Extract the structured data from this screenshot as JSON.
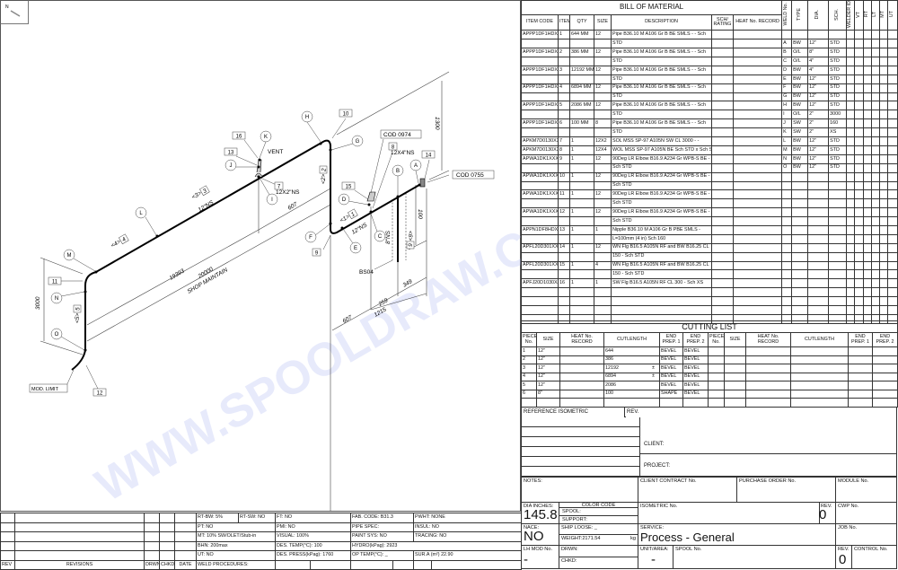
{
  "watermark": "WWW.SPOOLDRAW.COM",
  "drawing": {
    "north_label": "N",
    "welds": {
      "A": "A",
      "B": "B",
      "C": "C",
      "D": "D",
      "E": "E",
      "F": "F",
      "G": "G",
      "H": "H",
      "I": "I",
      "J": "J",
      "K": "K",
      "L": "L",
      "M": "M",
      "N": "N",
      "O": "O"
    },
    "items": {
      "i1": "1",
      "i2": "2",
      "i3": "3",
      "i4": "4",
      "i5": "5",
      "i6": "6",
      "i7": "7",
      "i8": "8",
      "i9": "9",
      "i10": "10",
      "i11": "11",
      "i12": "12",
      "i13": "13",
      "i14": "14",
      "i15": "15",
      "i16": "16"
    },
    "pieces": {
      "p1": "<1>",
      "p2": "<2>",
      "p3": "<3>",
      "p4": "<4>",
      "p5": "<5>",
      "p6": "<6>"
    },
    "notes": {
      "vent": "VENT",
      "olet_2": "12X2\"NS",
      "olet_4": "12X4\"NS",
      "ns12a": "12\"NS",
      "ns12b": "12\"NS",
      "ns8": "8\"NS",
      "cod0974": "COD 0974",
      "cod0755": "COD 0755",
      "bs04": "BS04",
      "mod_limit": "MOD. LIMIT",
      "shop": "SHOP MAINTAIN"
    },
    "dims": {
      "d19393": "19393",
      "d20000": "20000",
      "d607a": "607",
      "d607b": "607",
      "d1215": "1215",
      "d259": "259",
      "d349": "349",
      "d1300": "1300",
      "d100": "100",
      "d3000": "3000"
    }
  },
  "bom": {
    "title": "BILL OF MATERIAL",
    "headers": [
      "ITEM CODE",
      "ITEM",
      "QTY",
      "SIZE",
      "DESCRIPTION",
      "SCH/ RATING",
      "HEAT No. RECORD",
      "WELD No.",
      "TYPE",
      "DIA.",
      "SCH.",
      "WELDER ID",
      "VT",
      "RT",
      "LT",
      "MT",
      "UT"
    ],
    "items": [
      {
        "code": "APPP1DF1HDXXAB",
        "item": "1",
        "qty": "644 MM",
        "size": "12",
        "desc": [
          "Pipe B36.10 M A106 Gr B BE SMLS - - Sch",
          "STD"
        ]
      },
      {
        "code": "APPP1DF1HDXXAB",
        "item": "2",
        "qty": "386 MM",
        "size": "12",
        "desc": [
          "Pipe B36.10 M A106 Gr B BE SMLS - - Sch",
          "STD"
        ]
      },
      {
        "code": "APPP1DF1HDXXAB",
        "item": "3",
        "qty": "12192 MM",
        "size": "12",
        "desc": [
          "Pipe B36.10 M A106 Gr B BE SMLS - - Sch",
          "STD"
        ]
      },
      {
        "code": "APPP1DF1HDXXAB",
        "item": "4",
        "qty": "6894 MM",
        "size": "12",
        "desc": [
          "Pipe B36.10 M A106 Gr B BE SMLS - - Sch",
          "STD"
        ]
      },
      {
        "code": "APPP1DF1HDXXAB",
        "item": "5",
        "qty": "2086 MM",
        "size": "12",
        "desc": [
          "Pipe B36.10 M A106 Gr B BE SMLS - - Sch",
          "STD"
        ]
      },
      {
        "code": "APPP1DF1HDXXAB",
        "item": "6",
        "qty": "100 MM",
        "size": "8",
        "desc": [
          "Pipe B36.10 M A106 Gr B BE SMLS - - Sch",
          "STD"
        ]
      },
      {
        "code": "APKM7D0130XXAA",
        "item": "7",
        "qty": "1",
        "size": "12X2",
        "desc": [
          "SOL MSS SP-97 A105N SW CL 3000 - -"
        ]
      },
      {
        "code": "APKM7D0130XXAA",
        "item": "8",
        "qty": "1",
        "size": "12X4",
        "desc": [
          "WOL MSS SP-97 A105N BE Sch STD x Sch STD"
        ]
      },
      {
        "code": "APWA1DK1XXXXAB",
        "item": "9",
        "qty": "1",
        "size": "12",
        "desc": [
          "90Deg LR Elbow B16.9 A234 Gr WPB-S BE - -",
          "Sch STD"
        ]
      },
      {
        "code": "APWA1DK1XXXXAB",
        "item": "10",
        "qty": "1",
        "size": "12",
        "desc": [
          "90Deg LR Elbow B16.9 A234 Gr WPB-S BE - -",
          "Sch STD"
        ]
      },
      {
        "code": "APWA1DK1XXXXAB",
        "item": "11",
        "qty": "1",
        "size": "12",
        "desc": [
          "90Deg LR Elbow B16.9 A234 Gr WPB-S BE - -",
          "Sch STD"
        ]
      },
      {
        "code": "APWA1DK1XXXXAB",
        "item": "12",
        "qty": "1",
        "size": "12",
        "desc": [
          "90Deg LR Elbow B16.9 A234 Gr WPB-S BE - -",
          "Sch STD"
        ]
      },
      {
        "code": "APPN1DF8HDXAAQ",
        "item": "13",
        "qty": "1",
        "size": "1",
        "desc": [
          "Nipple B36.10 M A106 Gr B PBE SMLS -",
          "L=100mm (4 in) Sch 160"
        ]
      },
      {
        "code": "APFL20D301XXAB",
        "item": "14",
        "qty": "1",
        "size": "12",
        "desc": [
          "WN Flg B16.5 A105N RF and BW B16.25 CL",
          "150 - Sch STD"
        ]
      },
      {
        "code": "APFL20D301XXAB",
        "item": "15",
        "qty": "1",
        "size": "4",
        "desc": [
          "WN Flg B16.5 A105N RF and BW B16.25 CL",
          "150 - Sch STD"
        ]
      },
      {
        "code": "APFJ20D1030XAC",
        "item": "16",
        "qty": "1",
        "size": "1",
        "desc": [
          "SW Flg B16.5 A105N RF CL 300 - Sch XS"
        ]
      }
    ],
    "welds": [
      {
        "no": "A",
        "type": "BW",
        "dia": "12\"",
        "sch": "STD"
      },
      {
        "no": "B",
        "type": "O/L",
        "dia": "8\"",
        "sch": "STD"
      },
      {
        "no": "C",
        "type": "O/L",
        "dia": "4\"",
        "sch": "STD"
      },
      {
        "no": "D",
        "type": "BW",
        "dia": "4\"",
        "sch": "STD"
      },
      {
        "no": "E",
        "type": "BW",
        "dia": "12\"",
        "sch": "STD"
      },
      {
        "no": "F",
        "type": "BW",
        "dia": "12\"",
        "sch": "STD"
      },
      {
        "no": "G",
        "type": "BW",
        "dia": "12\"",
        "sch": "STD"
      },
      {
        "no": "H",
        "type": "BW",
        "dia": "12\"",
        "sch": "STD"
      },
      {
        "no": "I",
        "type": "O/L",
        "dia": "2\"",
        "sch": "3000"
      },
      {
        "no": "J",
        "type": "SW",
        "dia": "2\"",
        "sch": "160"
      },
      {
        "no": "K",
        "type": "SW",
        "dia": "2\"",
        "sch": "XS"
      },
      {
        "no": "L",
        "type": "BW",
        "dia": "12\"",
        "sch": "STD"
      },
      {
        "no": "M",
        "type": "BW",
        "dia": "12\"",
        "sch": "STD"
      },
      {
        "no": "N",
        "type": "BW",
        "dia": "12\"",
        "sch": "STD"
      },
      {
        "no": "O",
        "type": "BW",
        "dia": "12\"",
        "sch": "STD"
      }
    ]
  },
  "cutting": {
    "title": "CUTTING LIST",
    "headers": [
      "PIECE No.",
      "SIZE",
      "HEAT No. RECORD",
      "CUTLENGTH",
      "END PREP. 1",
      "END PREP. 2",
      "PIECE No.",
      "SIZE",
      "HEAT No. RECORD",
      "CUTLENGTH",
      "END PREP. 1",
      "END PREP. 2"
    ],
    "rows": [
      {
        "piece": "1",
        "size": "12\"",
        "cut": "644",
        "tol": "",
        "e1": "BEVEL",
        "e2": "BEVEL"
      },
      {
        "piece": "2",
        "size": "12\"",
        "cut": "386",
        "tol": "",
        "e1": "BEVEL",
        "e2": "BEVEL"
      },
      {
        "piece": "3",
        "size": "12\"",
        "cut": "12192",
        "tol": "±",
        "e1": "BEVEL",
        "e2": "BEVEL"
      },
      {
        "piece": "4",
        "size": "12\"",
        "cut": "6894",
        "tol": "±",
        "e1": "BEVEL",
        "e2": "BEVEL"
      },
      {
        "piece": "5",
        "size": "12\"",
        "cut": "2086",
        "tol": "",
        "e1": "BEVEL",
        "e2": "BEVEL"
      },
      {
        "piece": "6",
        "size": "8\"",
        "cut": "100",
        "tol": "",
        "e1": "SHAPE",
        "e2": "BEVEL"
      }
    ]
  },
  "reference": {
    "label": "REFERENCE ISOMETRIC",
    "rev": "REV.",
    "client": "CLIENT:",
    "project": "PROJECT:"
  },
  "title_block": {
    "notes": "NOTES:",
    "client_contract": "CLIENT CONTRACT No.",
    "purchase_order": "PURCHASE ORDER No.",
    "module": "MODULE No.",
    "dia_inches_label": "DIA INCHES:",
    "dia_inches": "145.8",
    "color_code": "COLOR CODE",
    "spool": "SPOOL:",
    "support": "SUPPORT:",
    "isometric_no": "ISOMETRIC No.",
    "rev_label": "REV.",
    "iso_rev": "0",
    "cwp": "CWP No.",
    "nace_label": "NACE:",
    "nace": "NO",
    "ship_loose": "SHIP LOOSE: _",
    "weight_label": "WEIGHT:",
    "weight": "2171.54",
    "weight_unit": "kg",
    "service_label": "SERVICE:",
    "service": "Process - General",
    "job": "JOB No.",
    "lh_mod_label": "LH MOD No.",
    "lh_mod": "-",
    "drwn": "DRWN:",
    "chkd": "CHKD:",
    "unit_area_label": "UNIT/AREA:",
    "unit_area": "-",
    "spool_no": "SPOOL No.",
    "rev2_label": "REV.",
    "spool_rev": "0",
    "control": "CONTROL No."
  },
  "revisions": {
    "rev": "REV",
    "revisions": "REVISIONS",
    "drwn": "DRWN",
    "chkd": "CHKD",
    "date": "DATE"
  },
  "specs": {
    "rt_bw": "RT-BW: 5%",
    "rt_sw": "RT-SW: NO",
    "ft": "FT: NO",
    "fab": "FAB. CODE: B31.3",
    "pwht": "PWHT: NONE",
    "pt": "PT: NO",
    "pmi": "PMI: NO",
    "pipe_spec": "PIPE SPEC:",
    "insul": "INSUL: NO",
    "mt": "MT: 10% SW/OLET/Stub-in",
    "visual": "VISUAL: 100%",
    "paint": "PAINT SYS: NO",
    "tracing": "TRACING: NO",
    "bhn": "BHN: 200max",
    "des_temp": "DES. TEMP(°C): 100",
    "hydro": "HYDRO(kPag): 2923",
    "ut": "UT: NO",
    "des_press": "DES. PRESS(kPag): 1760",
    "op_temp": "OP TEMP(°C): _",
    "sur_a": "SUR.A (m²) 22.90",
    "weld_proc": "WELD PROCEDURES:"
  }
}
